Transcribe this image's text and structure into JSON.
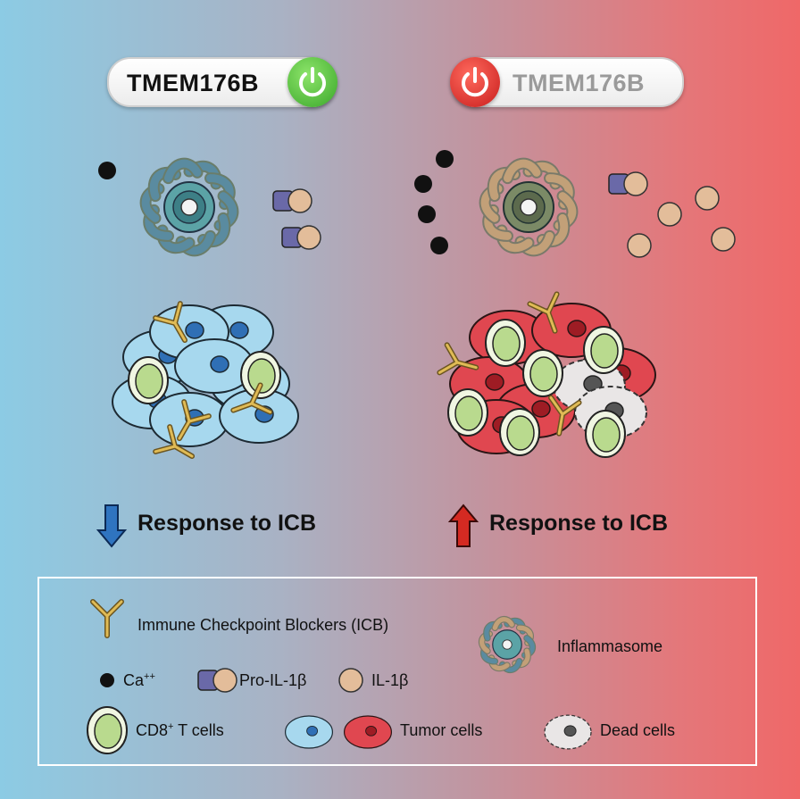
{
  "left_panel": {
    "label": "TMEM176B",
    "state": "on",
    "accent": "#4fbd3a"
  },
  "right_panel": {
    "label": "TMEM176B",
    "state": "off",
    "accent": "#e0262b"
  },
  "left_response": {
    "direction": "down",
    "text": "Response to ICB",
    "arrow_color": "#2f74c0"
  },
  "right_response": {
    "direction": "up",
    "text": "Response to ICB",
    "arrow_color": "#d42a22"
  },
  "legend": {
    "icb": "Immune Checkpoint Blockers (ICB)",
    "inflammasome": "Inflammasome",
    "ca": "Ca",
    "ca_charge": "++",
    "pro_il": "Pro-IL-1β",
    "il": "IL-1β",
    "cd8": "CD8",
    "cd8_sup": "+",
    "cd8_suffix": " T cells",
    "tumor": "Tumor cells",
    "dead": "Dead cells"
  },
  "icons": {
    "power": "power-icon",
    "down_arrow": "arrow-down-icon",
    "up_arrow": "arrow-up-icon"
  },
  "colors": {
    "tumor_blue": "#9fd3ec",
    "tumor_red": "#e0454c",
    "cd8_green": "#c6e2a2",
    "il1b": "#e3bd9a",
    "dead_gray": "#e6e4e4",
    "antibody": "#d9b04c"
  }
}
